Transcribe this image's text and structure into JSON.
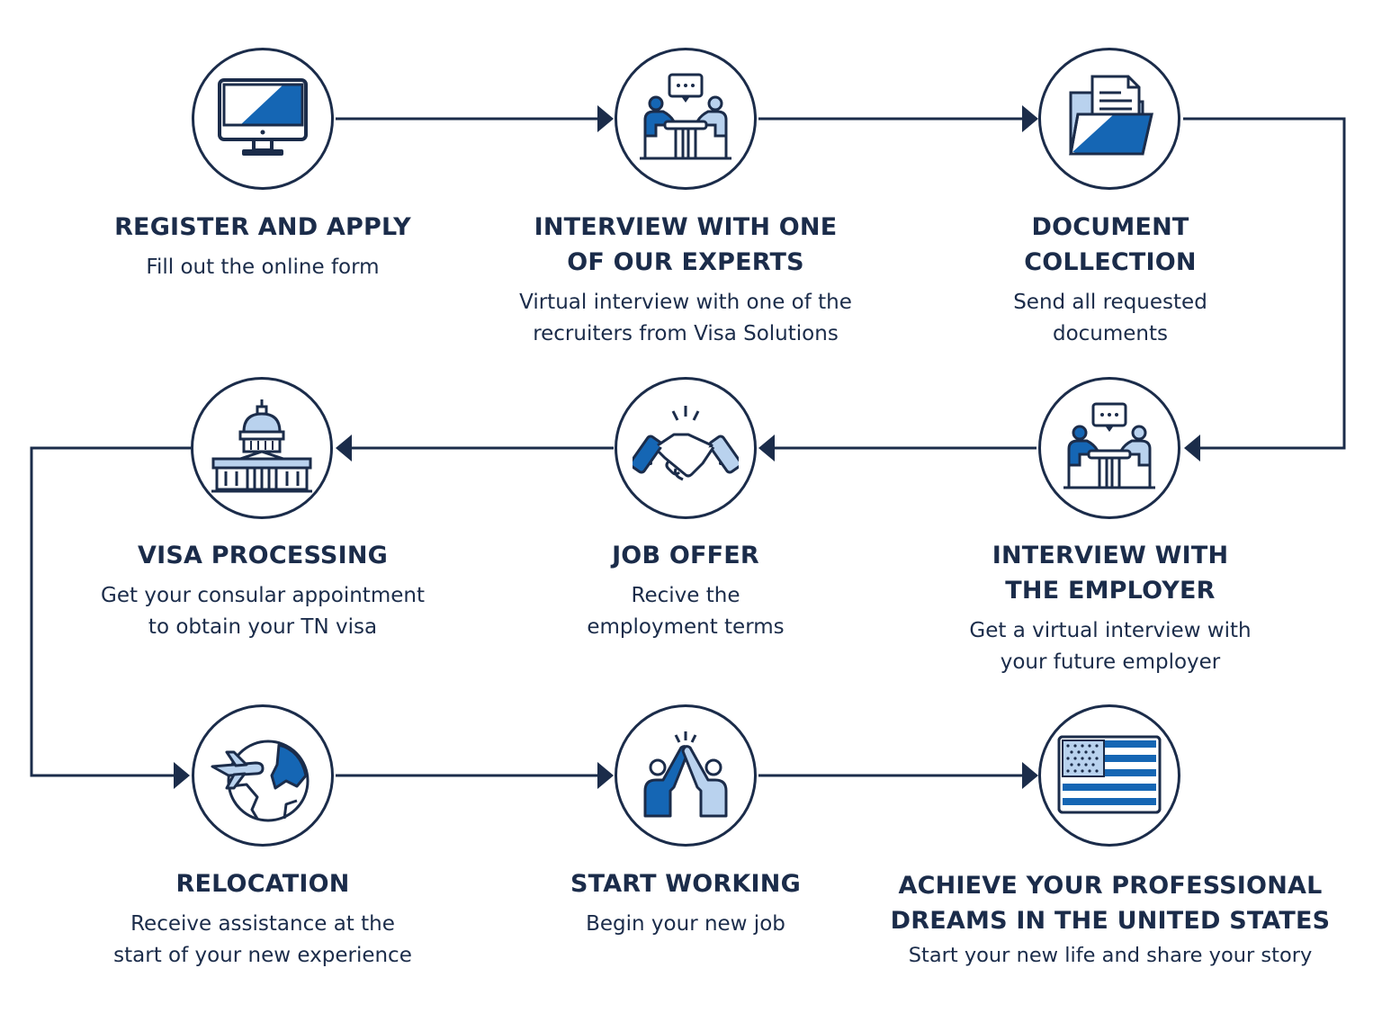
{
  "colors": {
    "navy": "#1b2c4a",
    "blue": "#1566b4",
    "light_blue": "#b9d2ee"
  },
  "steps": [
    {
      "title": "REGISTER AND APPLY",
      "desc": "Fill out the online form",
      "icon": "computer-monitor-icon"
    },
    {
      "title": "INTERVIEW WITH ONE\nOF OUR EXPERTS",
      "desc": "Virtual interview with one of the\nrecruiters from Visa Solutions",
      "icon": "meeting-table-icon"
    },
    {
      "title": "DOCUMENT\nCOLLECTION",
      "desc": "Send all requested\ndocuments",
      "icon": "document-folder-icon"
    },
    {
      "title": "INTERVIEW WITH\nTHE EMPLOYER",
      "desc": "Get a virtual interview with\nyour future employer",
      "icon": "meeting-table-icon"
    },
    {
      "title": "JOB OFFER",
      "desc": "Recive the\nemployment terms",
      "icon": "handshake-icon"
    },
    {
      "title": "VISA PROCESSING",
      "desc": "Get your consular appointment\nto obtain your TN visa",
      "icon": "capitol-building-icon"
    },
    {
      "title": "RELOCATION",
      "desc": "Receive assistance at the\nstart of your new experience",
      "icon": "globe-airplane-icon"
    },
    {
      "title": "START WORKING",
      "desc": "Begin your new job",
      "icon": "high-five-icon"
    },
    {
      "title": "ACHIEVE YOUR PROFESSIONAL\nDREAMS IN THE UNITED STATES",
      "desc": "Start your new life and share your story",
      "icon": "us-flag-icon"
    }
  ]
}
